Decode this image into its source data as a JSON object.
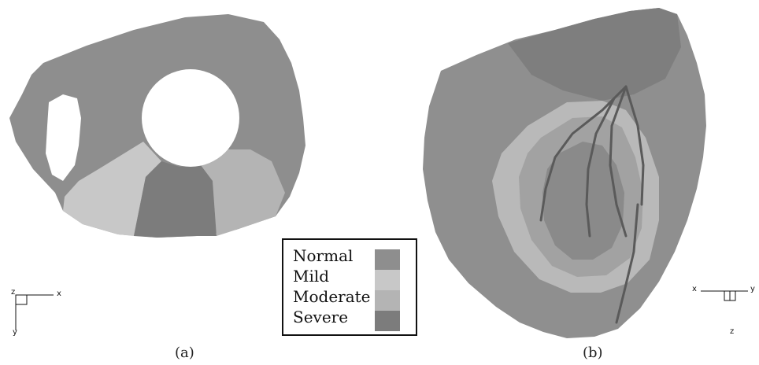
{
  "captions": {
    "a": "(a)",
    "b": "(b)"
  },
  "axes_a": {
    "x": "x",
    "y": "y",
    "z": "z"
  },
  "axes_b": {
    "x": "x",
    "y": "y",
    "z": "z"
  },
  "legend": {
    "items": [
      {
        "label": "Normal",
        "color": "#8e8e8e"
      },
      {
        "label": "Mild",
        "color": "#c8c8c8"
      },
      {
        "label": "Moderate",
        "color": "#b4b4b4"
      },
      {
        "label": "Severe",
        "color": "#7c7c7c"
      }
    ]
  },
  "colors": {
    "normal": "#8e8e8e",
    "mild": "#c8c8c8",
    "moderate": "#b4b4b4",
    "severe": "#7c7c7c",
    "heart_base": "#8f8f8f",
    "heart_dark": "#6e6e6e",
    "vessel": "#5a5a5a"
  }
}
